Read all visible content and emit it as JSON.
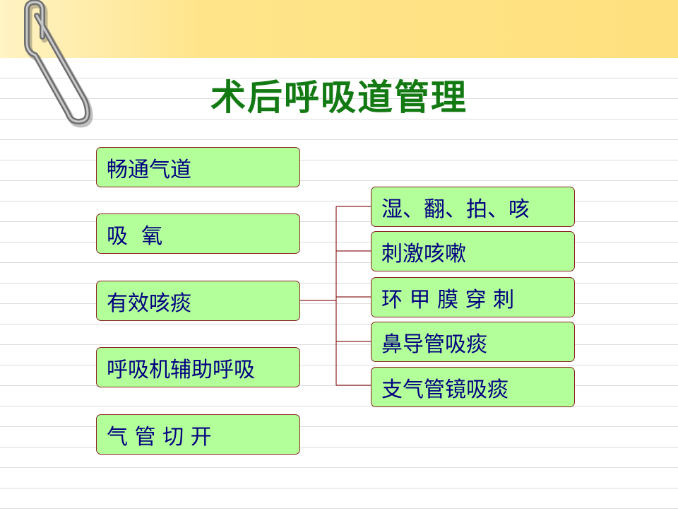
{
  "slide": {
    "title": "术后呼吸道管理"
  },
  "left_items": [
    {
      "label": "畅通气道"
    },
    {
      "label": "吸  氧"
    },
    {
      "label": "有效咳痰"
    },
    {
      "label": "呼吸机辅助呼吸"
    },
    {
      "label": "气 管 切 开"
    }
  ],
  "right_items": [
    {
      "label": "湿、翻、拍、咳"
    },
    {
      "label": "刺激咳嗽"
    },
    {
      "label": "环 甲 膜 穿 刺"
    },
    {
      "label": "鼻导管吸痰"
    },
    {
      "label": "支气管镜吸痰"
    }
  ],
  "colors": {
    "title": "#137a13",
    "box_fill": "#b3ff99",
    "box_border": "#8a2020",
    "box_text": "#000080",
    "connector": "#8a2020",
    "top_band": "#ffe07e"
  },
  "icons": {
    "decoration": "paperclip-icon"
  }
}
